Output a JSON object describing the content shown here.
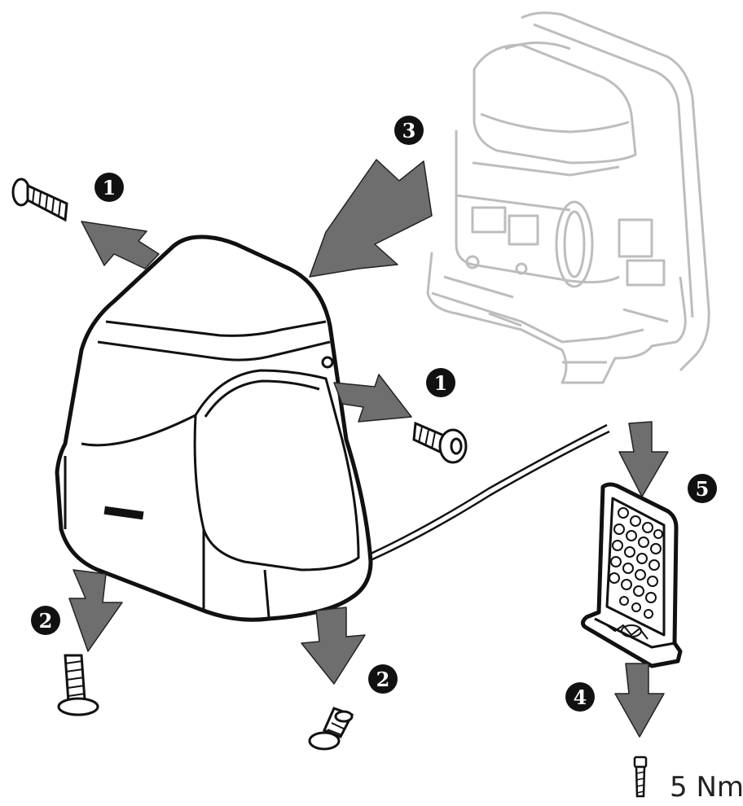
{
  "diagram": {
    "steps": [
      {
        "id": "s1a",
        "label": "1"
      },
      {
        "id": "s1b",
        "label": "1"
      },
      {
        "id": "s2a",
        "label": "2"
      },
      {
        "id": "s2b",
        "label": "2"
      },
      {
        "id": "s3",
        "label": "3"
      },
      {
        "id": "s4",
        "label": "4"
      },
      {
        "id": "s5",
        "label": "5"
      }
    ],
    "torque_label": "5 Nm",
    "colors": {
      "line": "#111111",
      "arrow": "#6e6e6e",
      "ghost": "#bcbcbc",
      "badge": "#111111"
    },
    "icons": [
      "screw-icon",
      "cover-icon",
      "motor-unit-icon",
      "reflector-plate-icon",
      "arrow-icon"
    ]
  }
}
